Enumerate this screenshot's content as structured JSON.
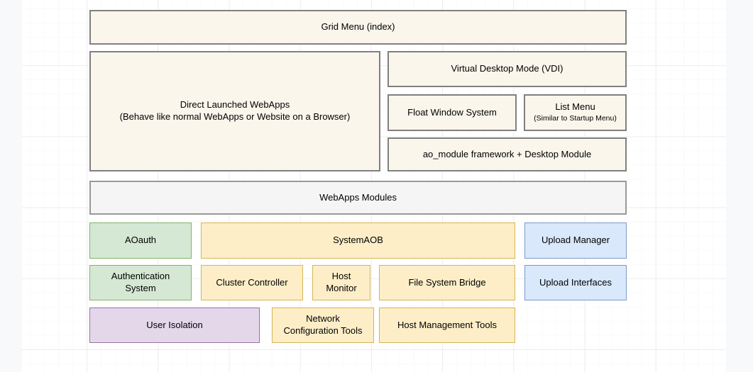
{
  "canvas": {
    "background_color": "#f7f9fb",
    "grid_color": "#ededed",
    "grid_minor_color": "#fafafa",
    "surface_color": "#ffffff"
  },
  "palette": {
    "cream_fill": "#faf6ec",
    "cream_border": "#808080",
    "gray_fill": "#f5f5f5",
    "gray_border": "#999999",
    "green_fill": "#d5e8d4",
    "green_border": "#82b366",
    "yellow_fill": "#fdeec8",
    "yellow_border": "#d6b656",
    "blue_fill": "#dae8fc",
    "blue_border": "#7a9bc9",
    "purple_fill": "#e4d7ea",
    "purple_border": "#9673a6"
  },
  "diagram": {
    "nodes": {
      "grid_menu": {
        "label": "Grid Menu (index)"
      },
      "direct_webapps": {
        "label": "Direct Launched WebApps",
        "line2": "(Behave like normal WebApps or Website on a Browser)"
      },
      "vdi": {
        "label": "Virtual Desktop Mode (VDI)"
      },
      "float_window": {
        "label": "Float Window System"
      },
      "list_menu": {
        "label": "List Menu",
        "sub": "(Similar to Startup Menu)"
      },
      "ao_module": {
        "label": "ao_module framework + Desktop Module"
      },
      "webapps_modules": {
        "label": "WebApps Modules"
      },
      "aoauth": {
        "label": "AOauth"
      },
      "systemaob": {
        "label": "SystemAOB"
      },
      "upload_manager": {
        "label": "Upload Manager"
      },
      "authentication_system": {
        "label": "Authentication",
        "line2": "System"
      },
      "cluster_controller": {
        "label": "Cluster Controller"
      },
      "host_monitor": {
        "label": "Host",
        "line2": "Monitor"
      },
      "file_system_bridge": {
        "label": "File System Bridge"
      },
      "upload_interfaces": {
        "label": "Upload Interfaces"
      },
      "user_isolation": {
        "label": "User Isolation"
      },
      "network_configuration_tools": {
        "label": "Network",
        "line2": "Configuration Tools"
      },
      "host_management_tools": {
        "label": "Host Management Tools"
      }
    }
  }
}
